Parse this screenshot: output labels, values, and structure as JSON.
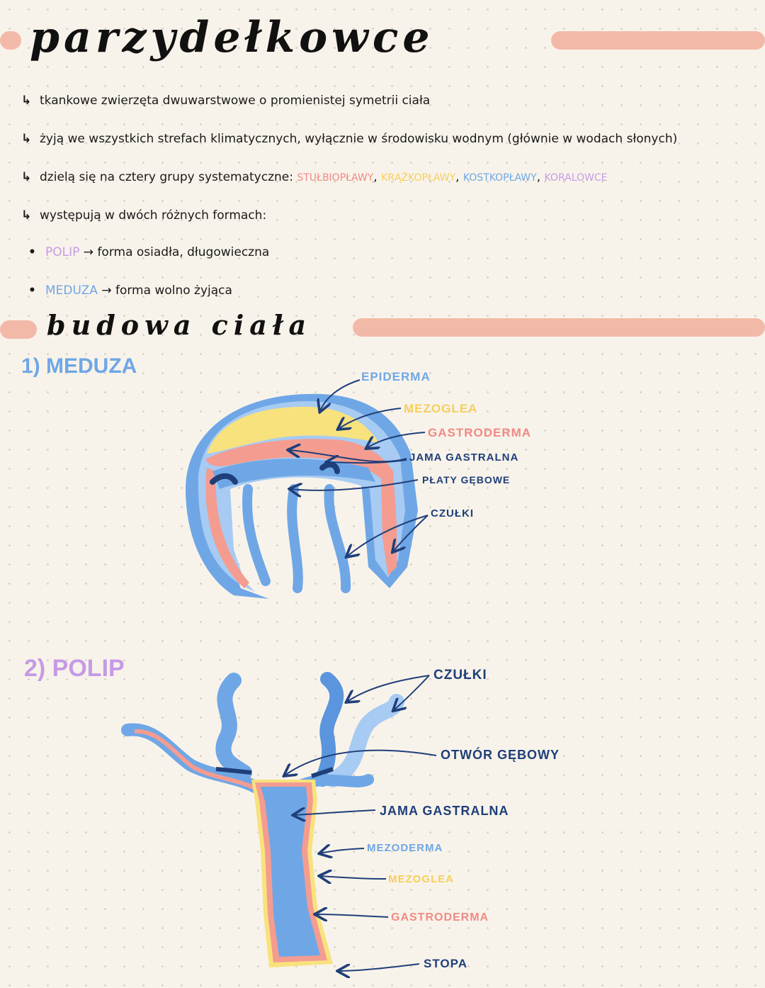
{
  "title": "parzydełkowce",
  "bullets": [
    {
      "text": "tkankowe zwierzęta dwuwarstwowe o promienistej symetrii ciała"
    },
    {
      "text": "żyją we wszystkich strefach klimatycznych, wyłącznie w środowisku wodnym (głównie w wodach słonych)"
    },
    {
      "text": "dzielą się na cztery grupy systematyczne:",
      "groups": [
        "STUŁBIOPŁAWY",
        "KRĄŻKOPŁAWY",
        "KOSTKOPŁAWY",
        "KORALOWCE"
      ]
    },
    {
      "text": "występują w dwóch różnych formach:"
    }
  ],
  "forms": [
    {
      "name": "POLIP",
      "desc": "forma osiadła, długowieczna"
    },
    {
      "name": "MEDUZA",
      "desc": "forma wolno żyjąca"
    }
  ],
  "section_title": "budowa ciała",
  "meduza": {
    "heading": "1) MEDUZA",
    "labels": [
      "EPIDERMA",
      "MEZOGLEA",
      "GASTRODERMA",
      "JAMA GASTRALNA",
      "PŁATY GĘBOWE",
      "CZUŁKI"
    ]
  },
  "polip": {
    "heading": "2) POLIP",
    "labels": [
      "CZUŁKI",
      "OTWÓR GĘBOWY",
      "JAMA GASTRALNA",
      "MEZODERMA",
      "MEZOGLEA",
      "GASTRODERMA",
      "STOPA"
    ]
  },
  "colors": {
    "accent_bar": "#f3b9a8",
    "pink": "#f08a84",
    "yellow": "#f5cf5c",
    "blue": "#6fa7e6",
    "purple": "#c69ae6",
    "navy": "#1f3f7a"
  }
}
